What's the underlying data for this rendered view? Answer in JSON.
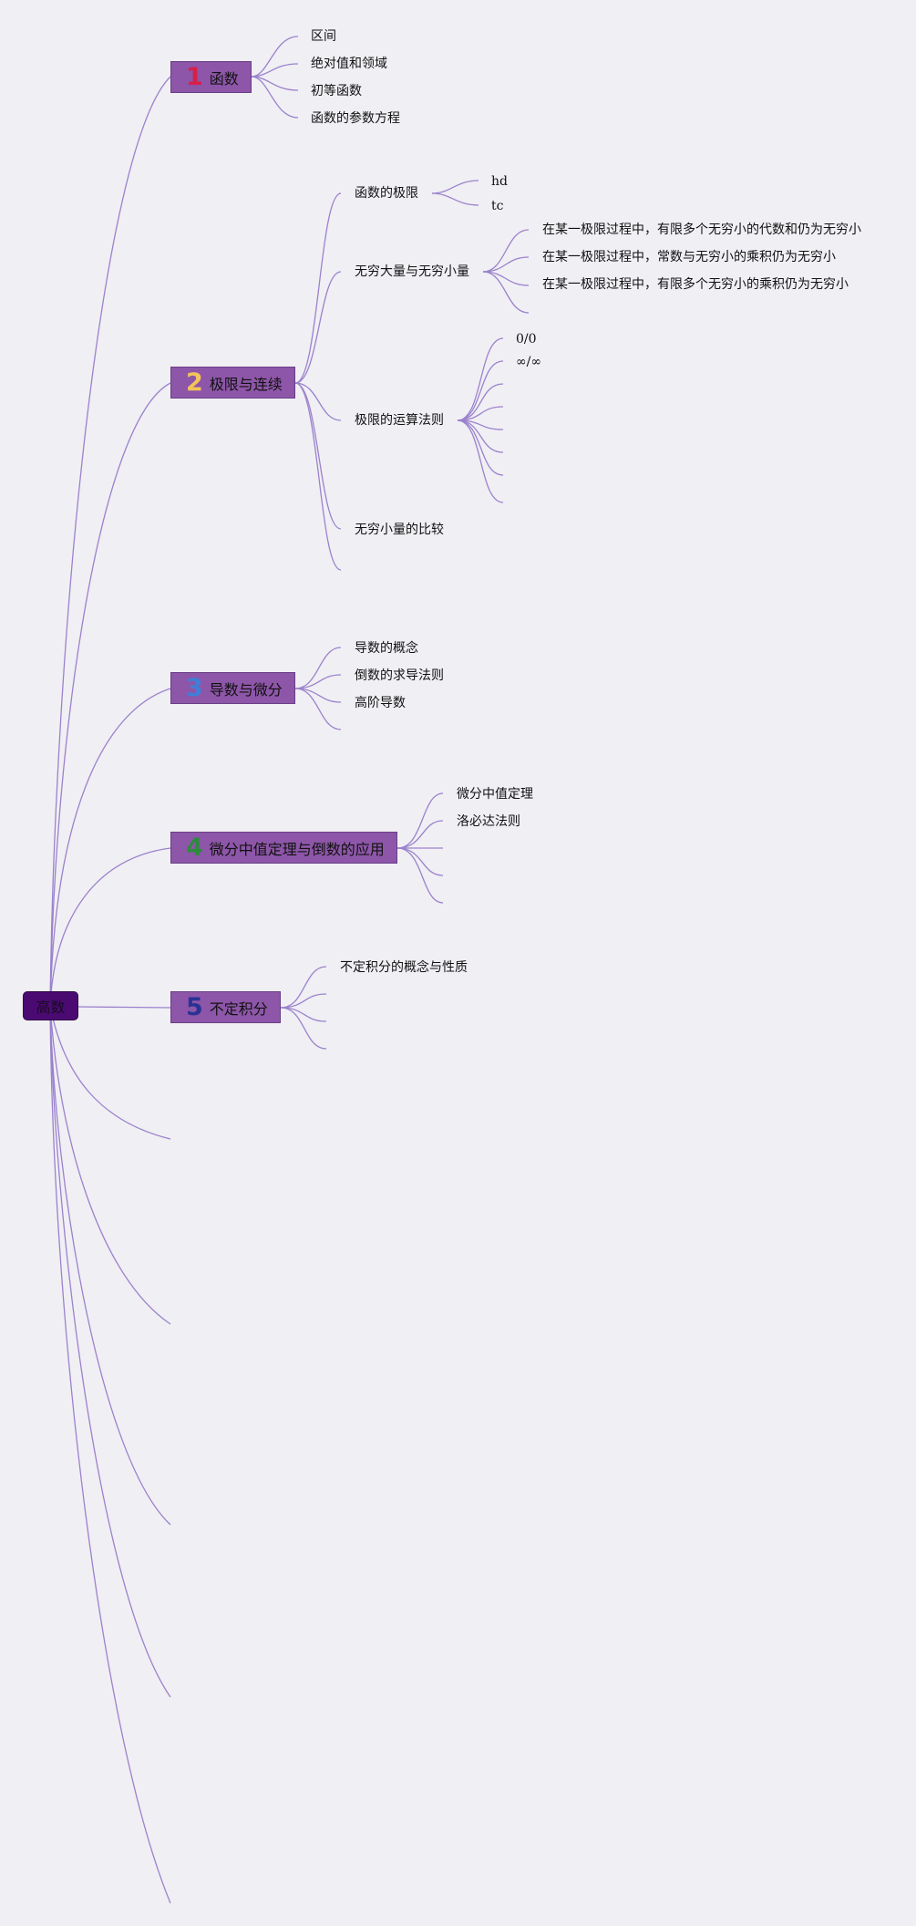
{
  "root": {
    "label": "高数"
  },
  "topics": [
    {
      "number": "1",
      "number_color": "#d6204a",
      "label": "函数",
      "children": [
        "区间",
        "绝对值和领域",
        "初等函数",
        "函数的参数方程"
      ]
    },
    {
      "number": "2",
      "number_color": "#f2c45a",
      "label": "极限与连续",
      "children": [
        {
          "label": "函数的极限",
          "children": [
            "hd",
            "tc"
          ]
        },
        {
          "label": "无穷大量与无穷小量",
          "children": [
            "在某一极限过程中，有限多个无穷小的代数和仍为无穷小",
            "在某一极限过程中，常数与无穷小的乘积仍为无穷小",
            "在某一极限过程中，有限多个无穷小的乘积仍为无穷小"
          ]
        },
        {
          "label": "极限的运算法则",
          "children": [
            "0/0",
            "∞/∞"
          ]
        },
        {
          "label": "无穷小量的比较"
        }
      ]
    },
    {
      "number": "3",
      "number_color": "#3f7fd8",
      "label": "导数与微分",
      "children": [
        "导数的概念",
        "倒数的求导法则",
        "高阶导数"
      ]
    },
    {
      "number": "4",
      "number_color": "#2a8c3c",
      "label": "微分中值定理与倒数的应用",
      "children": [
        "微分中值定理",
        "洛必达法则"
      ]
    },
    {
      "number": "5",
      "number_color": "#2b3296",
      "label": "不定积分",
      "children": [
        "不定积分的概念与性质"
      ]
    }
  ],
  "colors": {
    "background": "#f0eff4",
    "connector": "#9b82cc",
    "topic_fill": "#8d56a8",
    "root_fill": "#4b0a72"
  }
}
